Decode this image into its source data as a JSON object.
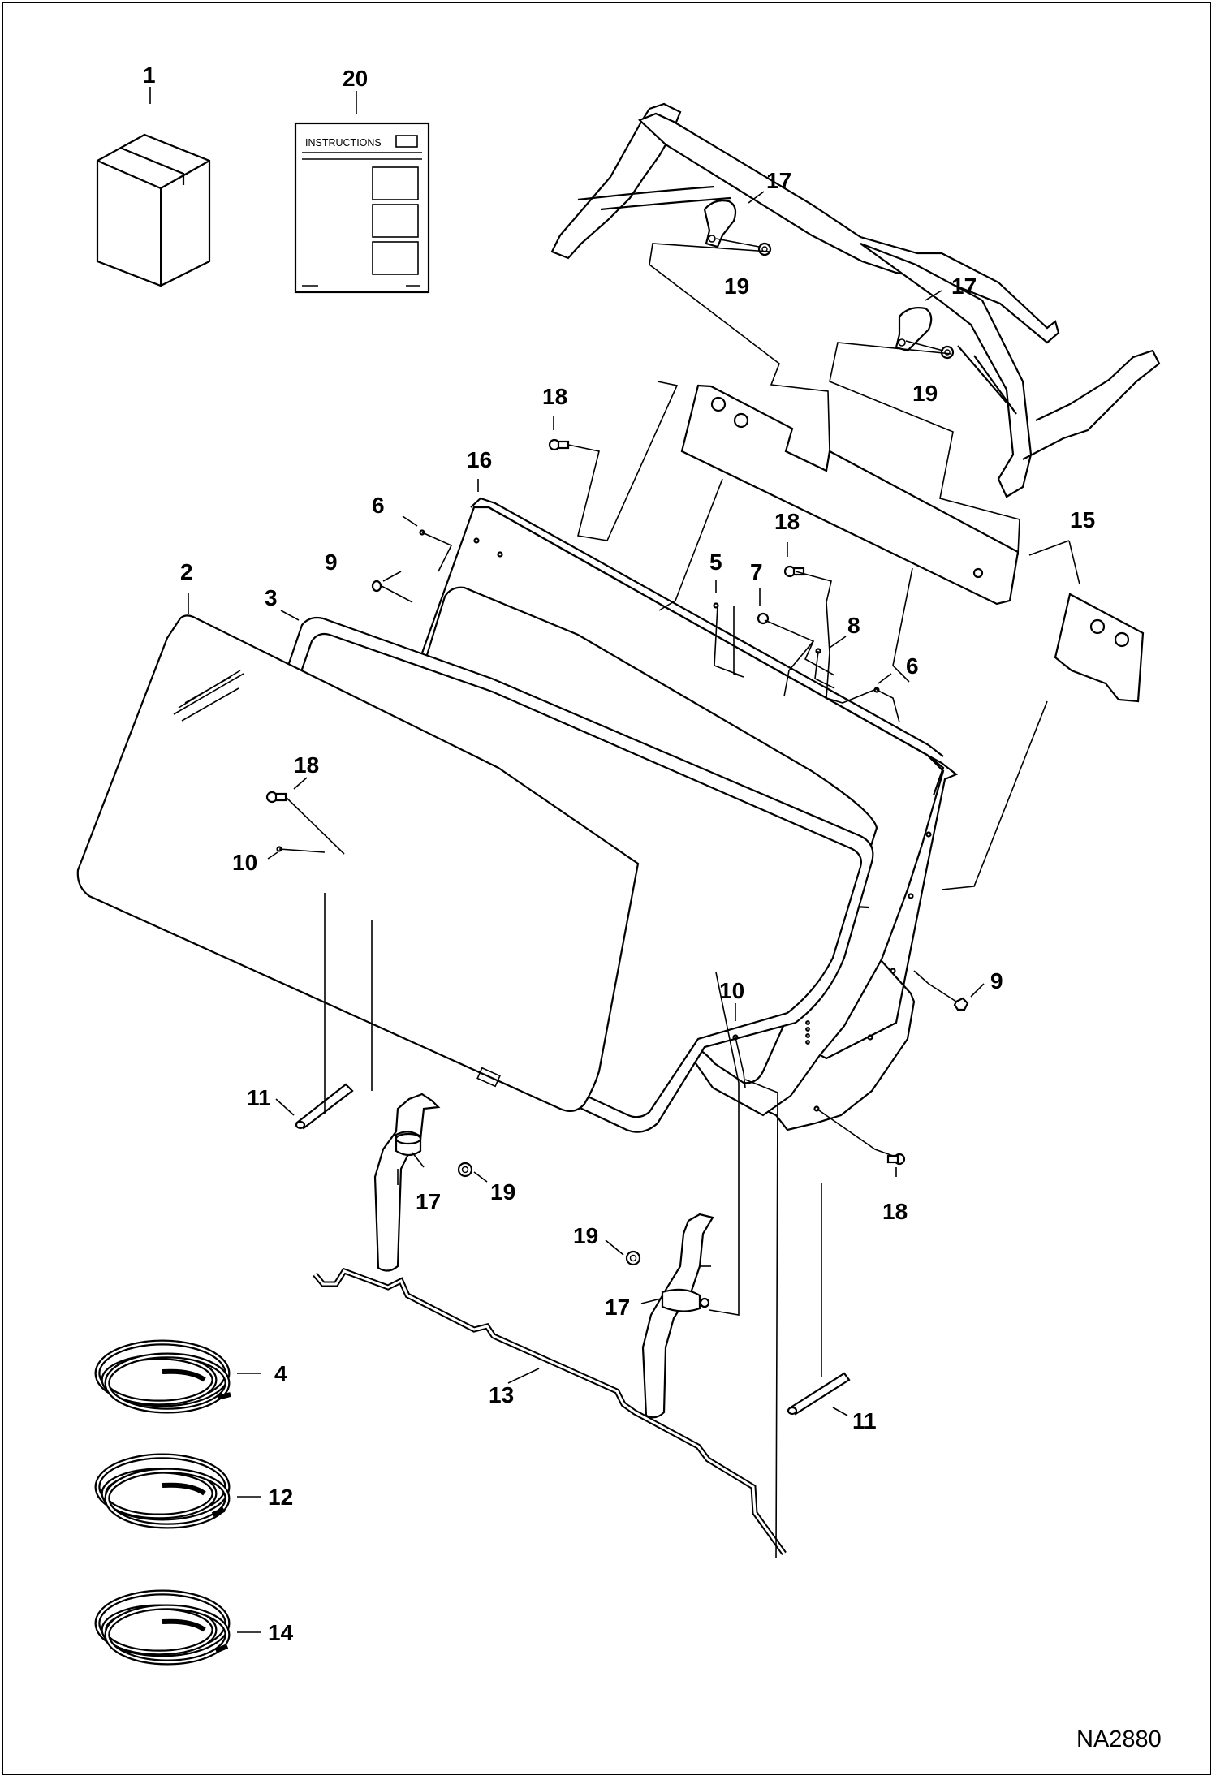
{
  "figure_id": "NA2880",
  "instructions_sheet_title": "INSTRUCTIONS",
  "callouts": [
    {
      "id": "c1",
      "label": "1"
    },
    {
      "id": "c20",
      "label": "20"
    },
    {
      "id": "c17a",
      "label": "17"
    },
    {
      "id": "c19a",
      "label": "19"
    },
    {
      "id": "c17b",
      "label": "17"
    },
    {
      "id": "c19b",
      "label": "19"
    },
    {
      "id": "c18a",
      "label": "18"
    },
    {
      "id": "c16",
      "label": "16"
    },
    {
      "id": "c15",
      "label": "15"
    },
    {
      "id": "c6a",
      "label": "6"
    },
    {
      "id": "c18b",
      "label": "18"
    },
    {
      "id": "c9a",
      "label": "9"
    },
    {
      "id": "c5",
      "label": "5"
    },
    {
      "id": "c7",
      "label": "7"
    },
    {
      "id": "c8",
      "label": "8"
    },
    {
      "id": "c6b",
      "label": "6"
    },
    {
      "id": "c2",
      "label": "2"
    },
    {
      "id": "c3",
      "label": "3"
    },
    {
      "id": "c18c",
      "label": "18"
    },
    {
      "id": "c10a",
      "label": "10"
    },
    {
      "id": "c9b",
      "label": "9"
    },
    {
      "id": "c10b",
      "label": "10"
    },
    {
      "id": "c11a",
      "label": "11"
    },
    {
      "id": "c17c",
      "label": "17"
    },
    {
      "id": "c19c",
      "label": "19"
    },
    {
      "id": "c18d",
      "label": "18"
    },
    {
      "id": "c19d",
      "label": "19"
    },
    {
      "id": "c17d",
      "label": "17"
    },
    {
      "id": "c4",
      "label": "4"
    },
    {
      "id": "c13",
      "label": "13"
    },
    {
      "id": "c11b",
      "label": "11"
    },
    {
      "id": "c12",
      "label": "12"
    },
    {
      "id": "c14",
      "label": "14"
    }
  ]
}
